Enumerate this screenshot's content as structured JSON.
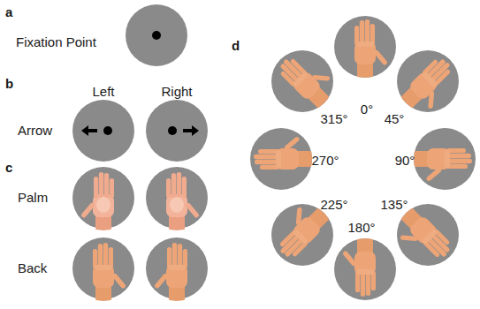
{
  "diagram": {
    "labels": [
      "a",
      "Fixation Point",
      "b",
      "Left",
      "Right",
      "Arrow",
      "c",
      "Palm",
      "Back",
      "d",
      "0°",
      "45°",
      "90°",
      "135°",
      "180°",
      "225°",
      "270°",
      "315°"
    ]
  }
}
